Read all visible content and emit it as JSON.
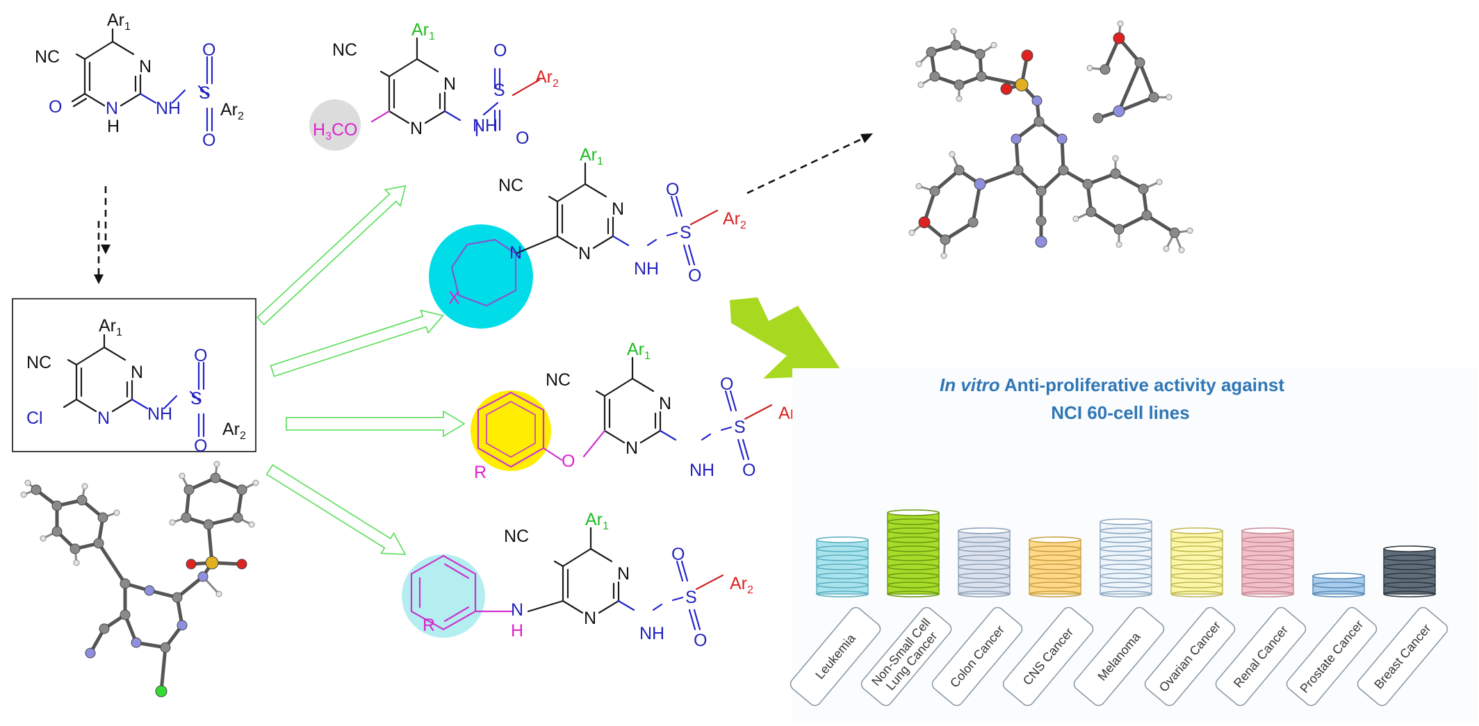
{
  "labels": {
    "ar1": "Ar",
    "ar2": "Ar",
    "sub1": "1",
    "sub2": "2",
    "nc": "NC",
    "n": "N",
    "h": "H",
    "nh": "NH",
    "s": "S",
    "o": "O",
    "cl": "Cl",
    "x": "X",
    "r": "R",
    "h3co_a": "H",
    "h3co_sub": "3",
    "h3co_b": "CO"
  },
  "chart_data": {
    "type": "bar",
    "title_italic": "In vitro",
    "title_rest": " Anti-proliferative activity against",
    "title_line2": "NCI 60-cell lines",
    "categories": [
      "Leukemia",
      "Non-Small Cell\nLung Cancer",
      "Colon Cancer",
      "CNS Cancer",
      "Melanoma",
      "Ovarian Cancer",
      "Renal Cancer",
      "Prostate Cancer",
      "Breast Cancer"
    ],
    "values": [
      6,
      9,
      7,
      6,
      8,
      7,
      7,
      2,
      5
    ],
    "colors": [
      "#a9e3ec",
      "#a8dc2a",
      "#dde3ee",
      "#ffd88a",
      "#eef5fb",
      "#fbf6a8",
      "#f1c0c8",
      "#a9cdec",
      "#5f6e7a"
    ],
    "ring_colors": [
      "#5aaec0",
      "#6a9a10",
      "#8ea0b8",
      "#c9a040",
      "#8ea8c0",
      "#c0b850",
      "#c88a96",
      "#5a8ab8",
      "#2e3840"
    ]
  }
}
